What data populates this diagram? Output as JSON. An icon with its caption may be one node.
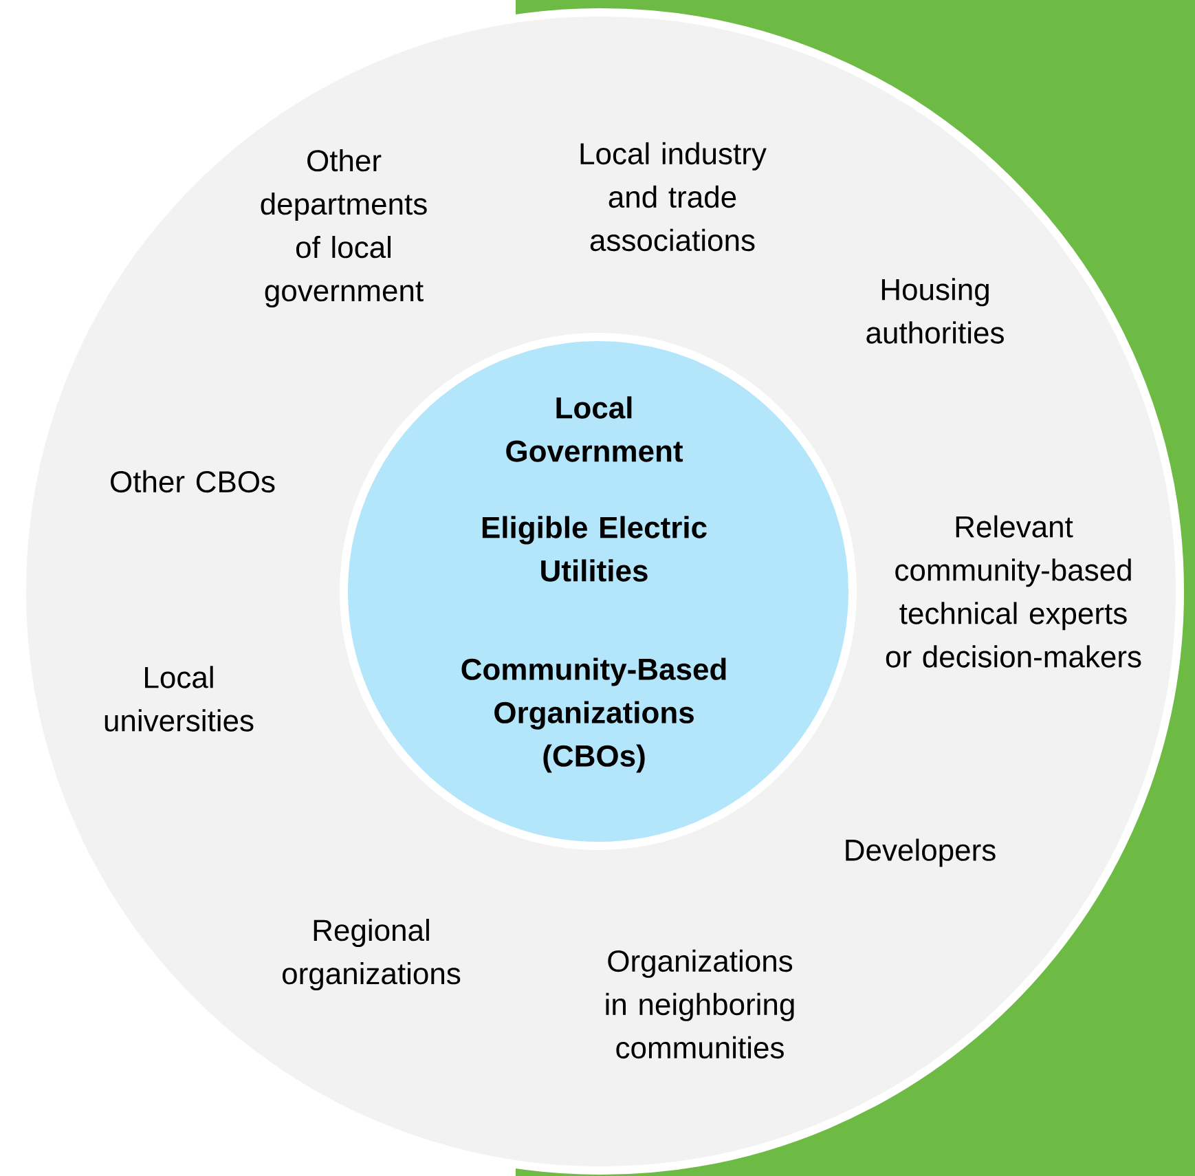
{
  "diagram": {
    "nodes": [
      {
        "text": [
          "Other departments of local government",
          "Local industry and trade associations",
          "Housing authorities",
          "Other CBOs",
          "Relevant community-based technical experts or decision-makers",
          "Local universities",
          "Developers",
          "Regional organizations",
          "Organizations in neighboring communities"
        ]
      },
      {
        "text": [
          "Local Government",
          "Eligible Electric Utilities",
          "Community-Based Organizations (CBOs)"
        ],
        "in": 0
      }
    ]
  }
}
